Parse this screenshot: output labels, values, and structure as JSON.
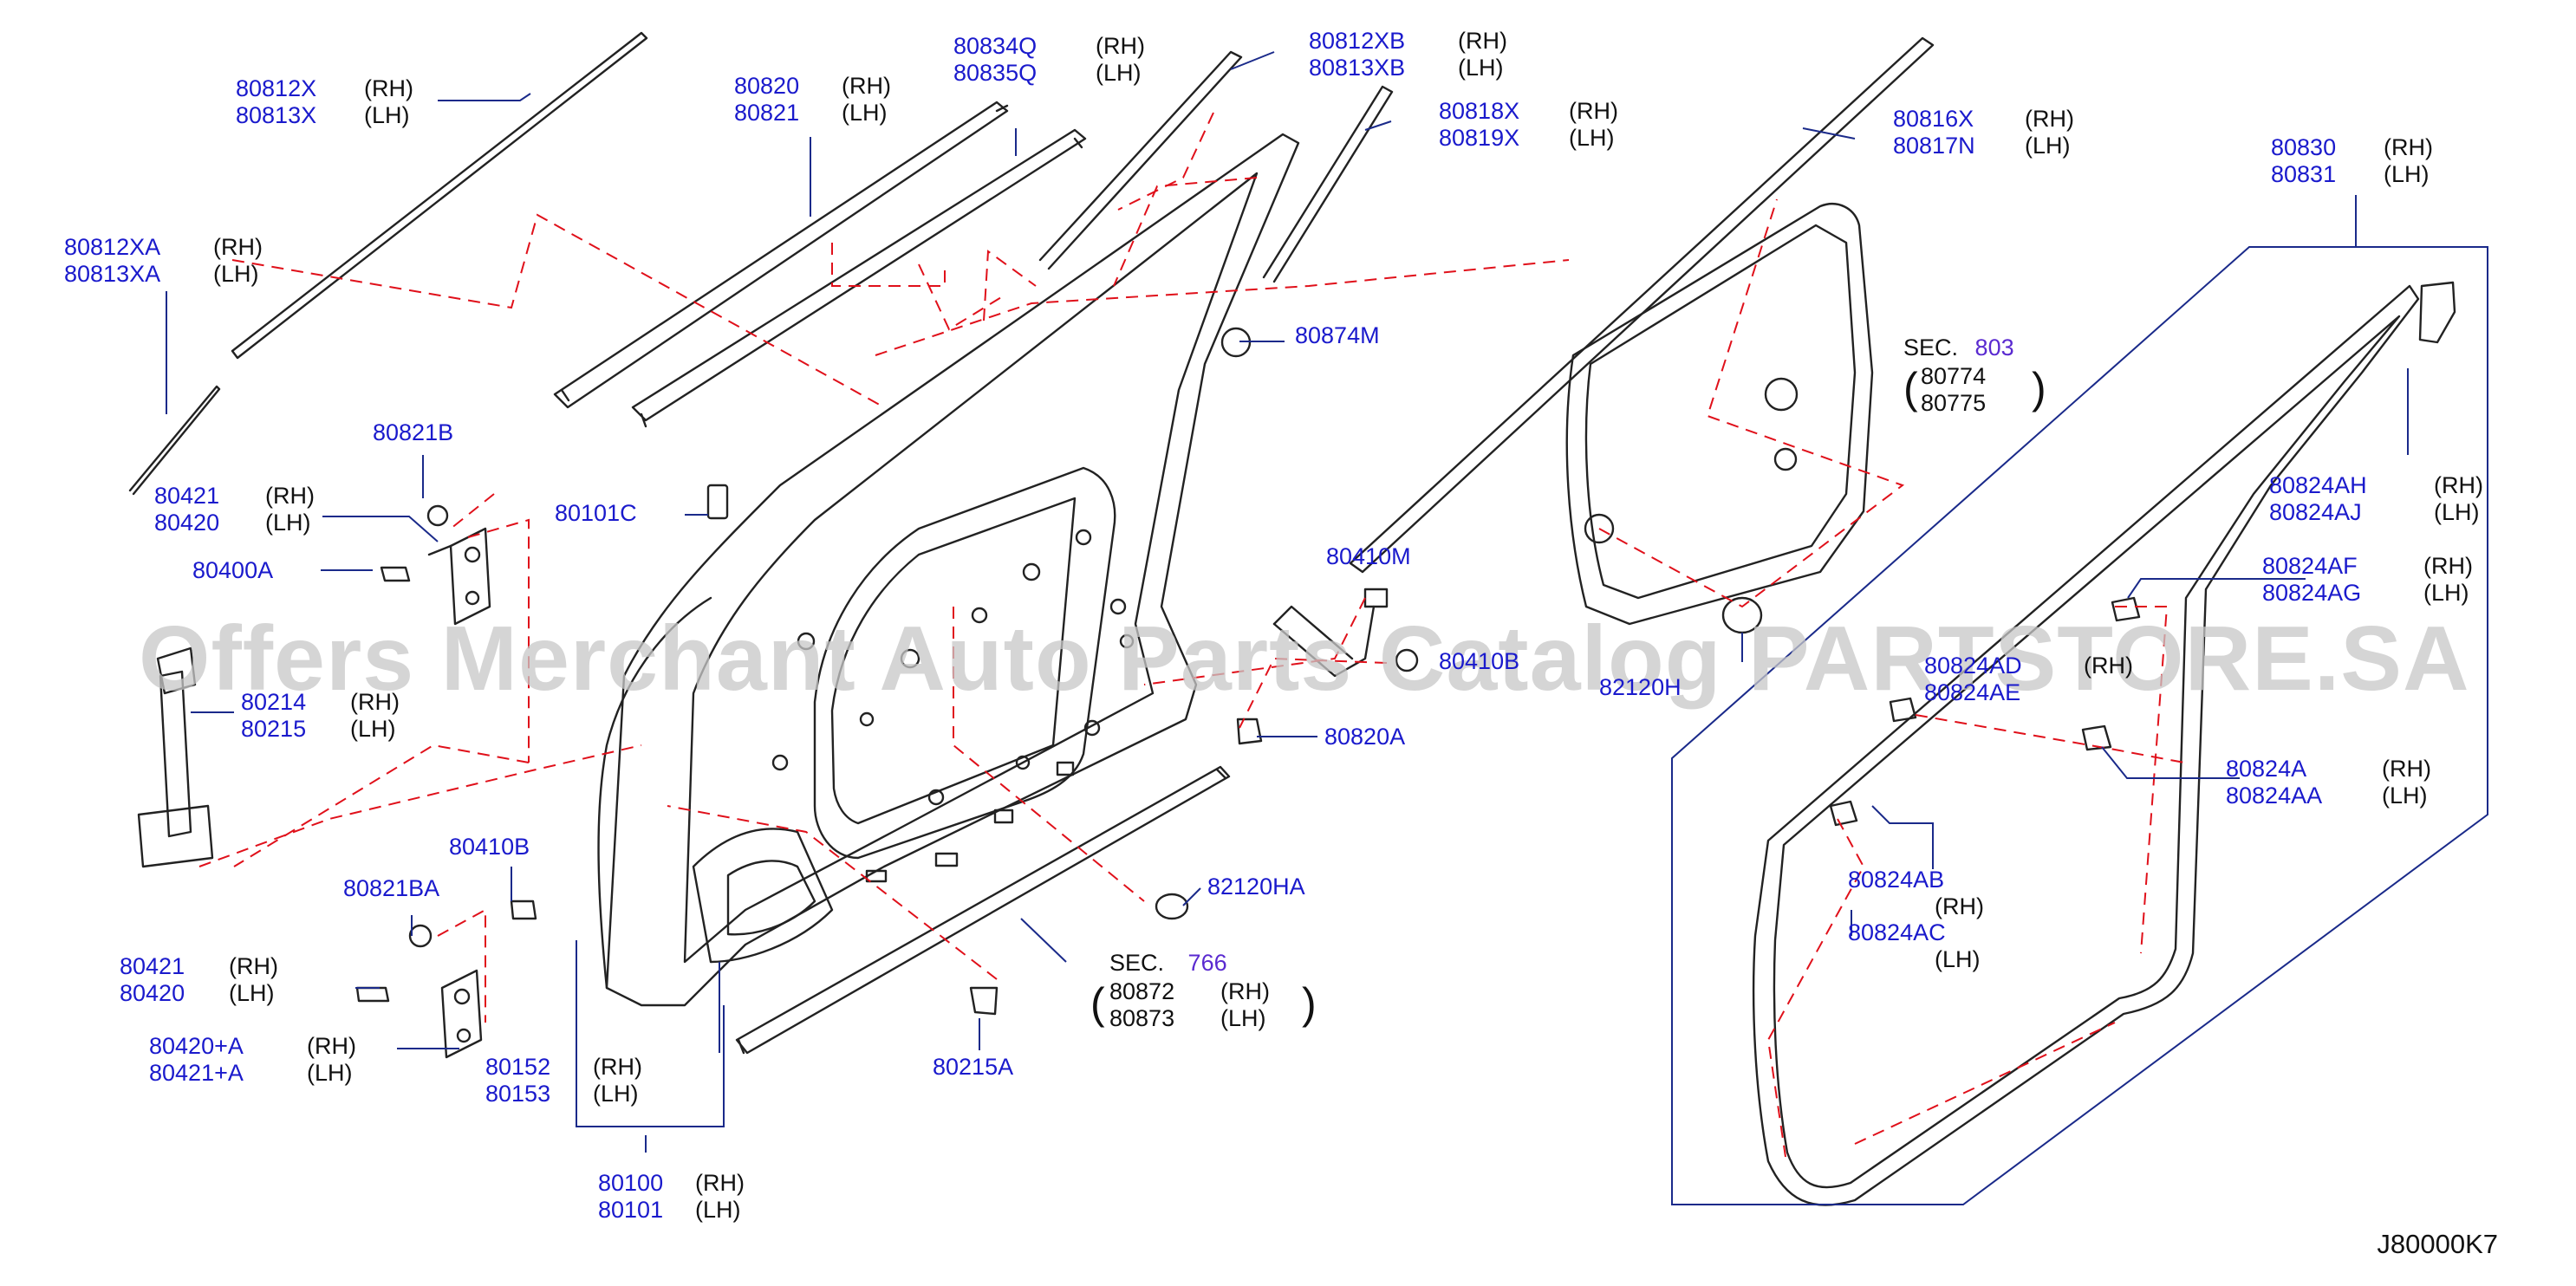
{
  "diagram_code": "J80000K7",
  "watermark": "Offers Merchant Auto Parts Catalog PARTSTORE.SA",
  "colors": {
    "part_number": "#1a1acc",
    "section_number": "#5a2ad0",
    "dash_line": "#e0101a",
    "leader": "#1a2a8a",
    "linework": "#222222"
  },
  "labels": [
    {
      "id": "80812X",
      "parts": [
        "80812X",
        "80813X"
      ],
      "sides": [
        "(RH)",
        "(LH)"
      ]
    },
    {
      "id": "80812XA",
      "parts": [
        "80812XA",
        "80813XA"
      ],
      "sides": [
        "(RH)",
        "(LH)"
      ]
    },
    {
      "id": "80820",
      "parts": [
        "80820",
        "80821"
      ],
      "sides": [
        "(RH)",
        "(LH)"
      ]
    },
    {
      "id": "80834Q",
      "parts": [
        "80834Q",
        "80835Q"
      ],
      "sides": [
        "(RH)",
        "(LH)"
      ]
    },
    {
      "id": "80812XB",
      "parts": [
        "80812XB",
        "80813XB"
      ],
      "sides": [
        "(RH)",
        "(LH)"
      ]
    },
    {
      "id": "80818X",
      "parts": [
        "80818X",
        "80819X"
      ],
      "sides": [
        "(RH)",
        "(LH)"
      ]
    },
    {
      "id": "80816X",
      "parts": [
        "80816X",
        "80817N"
      ],
      "sides": [
        "(RH)",
        "(LH)"
      ]
    },
    {
      "id": "80830",
      "parts": [
        "80830",
        "80831"
      ],
      "sides": [
        "(RH)",
        "(LH)"
      ]
    },
    {
      "id": "80874M",
      "parts": [
        "80874M"
      ],
      "sides": []
    },
    {
      "id": "80821B",
      "parts": [
        "80821B"
      ],
      "sides": []
    },
    {
      "id": "80421a",
      "parts": [
        "80421",
        "80420"
      ],
      "sides": [
        "(RH)",
        "(LH)"
      ]
    },
    {
      "id": "80101C",
      "parts": [
        "80101C"
      ],
      "sides": []
    },
    {
      "id": "80400A",
      "parts": [
        "80400A"
      ],
      "sides": []
    },
    {
      "id": "80824AH",
      "parts": [
        "80824AH",
        "80824AJ"
      ],
      "sides": [
        "(RH)",
        "(LH)"
      ]
    },
    {
      "id": "80410M",
      "parts": [
        "80410M"
      ],
      "sides": []
    },
    {
      "id": "80824AF",
      "parts": [
        "80824AF",
        "80824AG"
      ],
      "sides": [
        "(RH)",
        "(LH)"
      ]
    },
    {
      "id": "80214",
      "parts": [
        "80214",
        "80215"
      ],
      "sides": [
        "(RH)",
        "(LH)"
      ]
    },
    {
      "id": "80410B",
      "parts": [
        "80410B"
      ],
      "sides": []
    },
    {
      "id": "82120H",
      "parts": [
        "82120H"
      ],
      "sides": []
    },
    {
      "id": "80824AD",
      "parts": [
        "80824AD",
        "80824AE"
      ],
      "sides": [
        "(RH)",
        ""
      ]
    },
    {
      "id": "80820A",
      "parts": [
        "80820A"
      ],
      "sides": []
    },
    {
      "id": "80824A",
      "parts": [
        "80824A",
        "80824AA"
      ],
      "sides": [
        "(RH)",
        "(LH)"
      ]
    },
    {
      "id": "80410Bb",
      "parts": [
        "80410B"
      ],
      "sides": []
    },
    {
      "id": "80821BA",
      "parts": [
        "80821BA"
      ],
      "sides": []
    },
    {
      "id": "80824AB",
      "parts": [
        "80824AB"
      ],
      "sides": [
        "(RH)"
      ]
    },
    {
      "id": "82120HA",
      "parts": [
        "82120HA"
      ],
      "sides": []
    },
    {
      "id": "80824AC",
      "parts": [
        "80824AC"
      ],
      "sides": [
        "(LH)"
      ]
    },
    {
      "id": "80421b",
      "parts": [
        "80421",
        "80420"
      ],
      "sides": [
        "(RH)",
        "(LH)"
      ]
    },
    {
      "id": "80420A",
      "parts": [
        "80420+A",
        "80421+A"
      ],
      "sides": [
        "(RH)",
        "(LH)"
      ]
    },
    {
      "id": "80152",
      "parts": [
        "80152",
        "80153"
      ],
      "sides": [
        "(RH)",
        "(LH)"
      ]
    },
    {
      "id": "80215A",
      "parts": [
        "80215A"
      ],
      "sides": []
    },
    {
      "id": "80100",
      "parts": [
        "80100",
        "80101"
      ],
      "sides": [
        "(RH)",
        "(LH)"
      ]
    }
  ],
  "sections": [
    {
      "id": "sec803",
      "prefix": "SEC.",
      "number": "803",
      "parts": [
        "80774",
        "80775"
      ]
    },
    {
      "id": "sec766",
      "prefix": "SEC.",
      "number": "766",
      "parts": [
        "80872",
        "80873"
      ],
      "sides": [
        "(RH)",
        "(LH)"
      ]
    }
  ]
}
